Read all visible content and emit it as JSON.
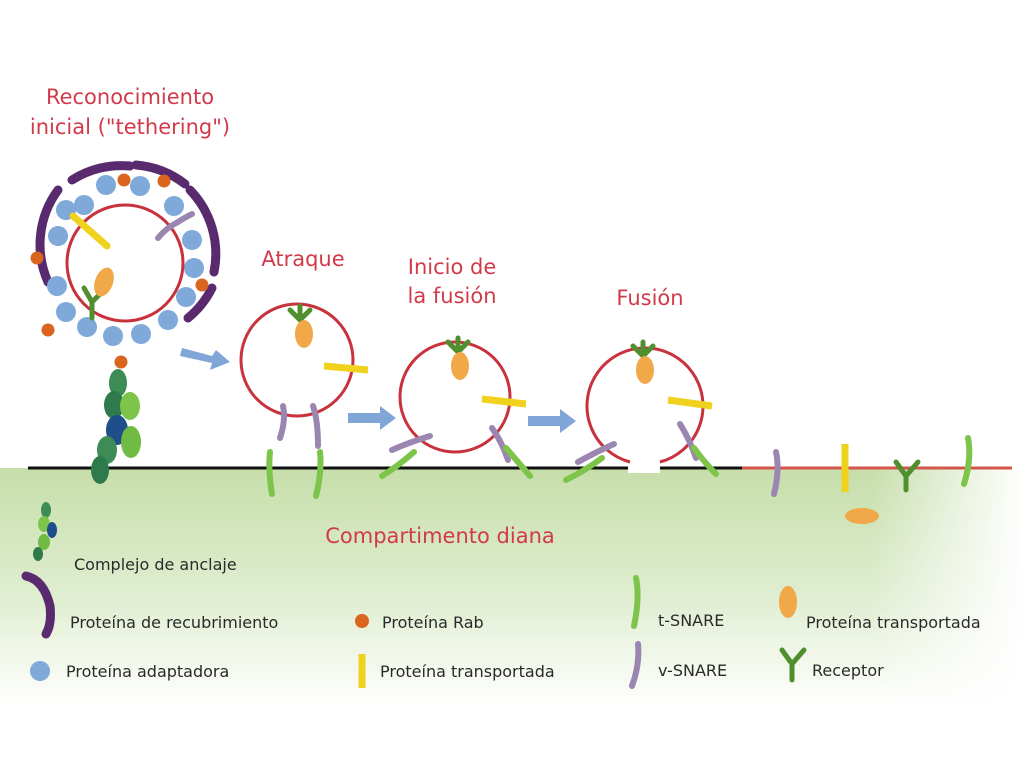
{
  "stages": {
    "tethering": [
      "Reconocimiento",
      "inicial (\"tethering\")"
    ],
    "docking": "Atraque",
    "fusion_start": [
      "Inicio de",
      "la fusión"
    ],
    "fusion": "Fusión"
  },
  "target_compartment": "Compartimento diana",
  "legend": {
    "anchoring_complex": "Complejo de anclaje",
    "coat_protein": "Proteína de recubrimiento",
    "adaptor_protein": "Proteína adaptadora",
    "rab_protein": "Proteína Rab",
    "transported_membrane": "Proteína transportada",
    "t_snare": "t-SNARE",
    "v_snare": "v-SNARE",
    "transported_cargo": "Proteína transportada",
    "receptor": "Receptor"
  },
  "colors": {
    "label_red": "#d23a4a",
    "vesicle_outline": "#c8323c",
    "coat": "#5a2a6e",
    "adaptor": "#7fa9d8",
    "rab": "#d9651e",
    "yellow_protein": "#f0d21e",
    "t_snare": "#7cc44a",
    "v_snare": "#9a86b0",
    "cargo": "#f0a848",
    "receptor": "#4f8f2e",
    "membrane_black": "#111111",
    "membrane_red": "#d4554a",
    "arrow": "#7fa6d6",
    "target_fill": "#cfe4b4"
  }
}
